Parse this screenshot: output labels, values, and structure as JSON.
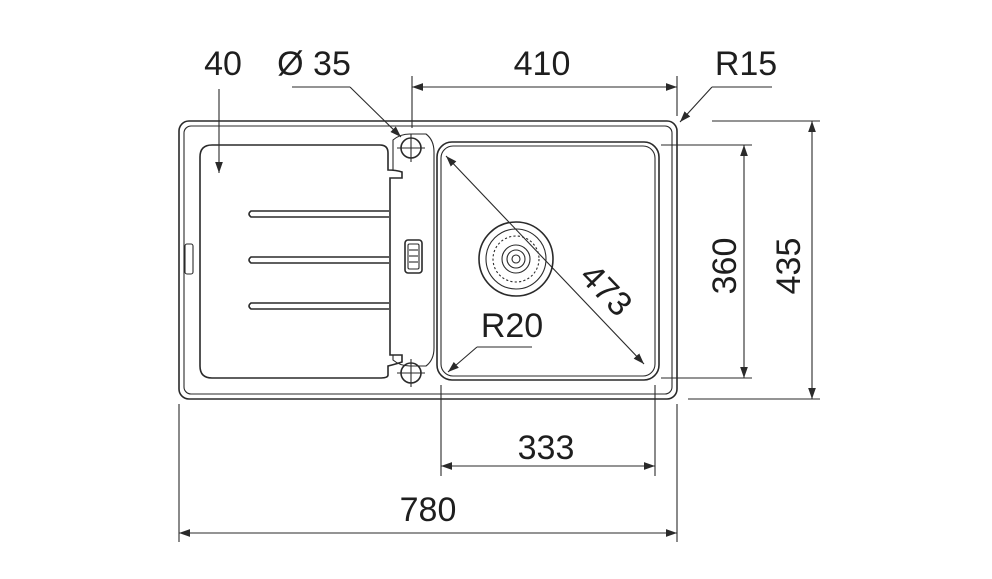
{
  "dimensions": {
    "hole_spacing": "40",
    "tap_hole_diameter": "Ø 35",
    "bowl_opening_width": "410",
    "outer_corner_radius": "R15",
    "bowl_depth": "360",
    "overall_depth": "435",
    "bowl_diagonal": "473",
    "bowl_corner_radius": "R20",
    "bowl_width": "333",
    "overall_width": "780"
  },
  "colors": {
    "line": "#2a2a2a",
    "text": "#1e1e1e",
    "background": "#ffffff"
  }
}
